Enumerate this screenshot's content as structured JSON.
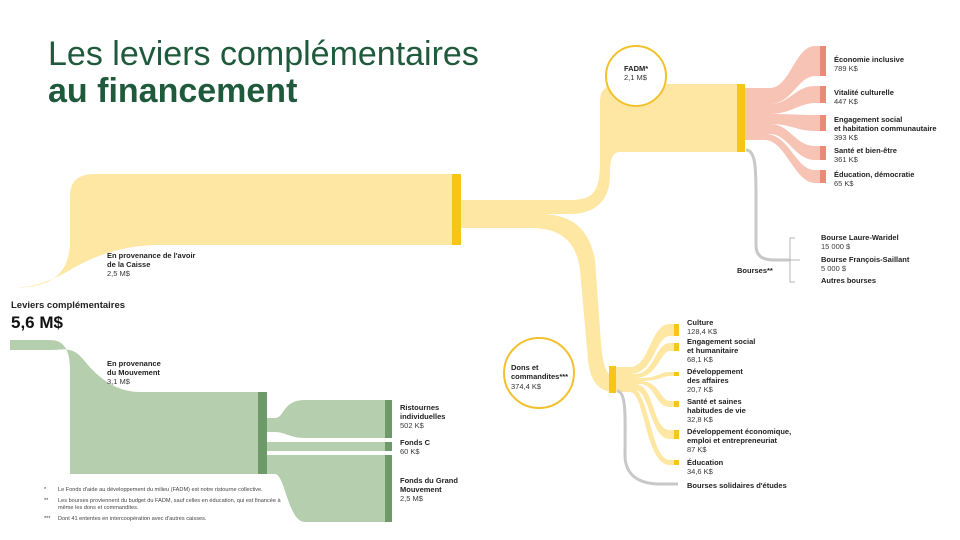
{
  "title": {
    "line1": "Les leviers complémentaires",
    "line2": "au financement"
  },
  "total": {
    "label": "Leviers complémentaires",
    "value": "5,6 M$"
  },
  "sources": [
    {
      "name": "En provenance de l'avoir de la Caisse",
      "line1": "En provenance de l'avoir",
      "line2": "de la Caisse",
      "amount": "2,5 M$"
    },
    {
      "name": "En provenance du Mouvement",
      "line1": "En provenance",
      "line2": "du Mouvement",
      "amount": "3,1 M$"
    }
  ],
  "fadm": {
    "name": "FADM*",
    "amount": "2,1 M$",
    "items": [
      {
        "line1": "Économie inclusive",
        "line2": "",
        "amount": "789 K$"
      },
      {
        "line1": "Vitalité culturelle",
        "line2": "",
        "amount": "447 K$"
      },
      {
        "line1": "Engagement social",
        "line2": "et habitation communautaire",
        "amount": "393 K$"
      },
      {
        "line1": "Santé et bien-être",
        "line2": "",
        "amount": "361 K$"
      },
      {
        "line1": "Éducation, démocratie",
        "line2": "",
        "amount": "65 K$"
      }
    ]
  },
  "bourses": {
    "name": "Bourses**",
    "items": [
      {
        "name": "Bourse Laure-Waridel",
        "amount": "15 000 $"
      },
      {
        "name": "Bourse François-Saillant",
        "amount": "5 000 $"
      },
      {
        "name": "Autres bourses",
        "amount": ""
      }
    ]
  },
  "dons": {
    "line1": "Dons et",
    "line2": "commandites***",
    "amount": "374,4 K$",
    "items": [
      {
        "line1": "Culture",
        "line2": "",
        "amount": "128,4 K$"
      },
      {
        "line1": "Engagement social",
        "line2": "et humanitaire",
        "amount": "68,1 K$"
      },
      {
        "line1": "Développement",
        "line2": "des affaires",
        "amount": "20,7 K$"
      },
      {
        "line1": "Santé et saines",
        "line2": "habitudes de vie",
        "amount": "32,8 K$"
      },
      {
        "line1": "Développement économique,",
        "line2": "emploi et entrepreneuriat",
        "amount": "87 K$"
      },
      {
        "line1": "Éducation",
        "line2": "",
        "amount": "34,6 K$"
      },
      {
        "line1": "Bourses solidaires d'études",
        "line2": "",
        "amount": ""
      }
    ]
  },
  "mouvement": {
    "items": [
      {
        "line1": "Ristournes",
        "line2": "individuelles",
        "line3": "",
        "amount": "502 K$"
      },
      {
        "line1": "Fonds C",
        "line2": "",
        "line3": "",
        "amount": "60 K$"
      },
      {
        "line1": "Fonds du Grand",
        "line2": "Mouvement",
        "line3": "",
        "amount": "2,5 M$"
      }
    ]
  },
  "footnotes": [
    {
      "mark": "*",
      "text": "Le Fonds d'aide au développement du milieu (FADM) est notre ristourne collective."
    },
    {
      "mark": "**",
      "text": "Les bourses proviennent du budget du FADM, sauf celles en éducation, qui est financée à même les dons et commandites."
    },
    {
      "mark": "***",
      "text": "Dont 41 ententes en intercoopération avec d'autres caisses."
    }
  ],
  "colors": {
    "title": "#1f5a3c",
    "yellow_flow": "#fde7a3",
    "yellow_bar": "#f5c518",
    "green_flow": "#b5cfae",
    "green_bar": "#6e9a6a",
    "salmon_flow": "#f7c3b5",
    "salmon_bar": "#ec8a79",
    "gray_flow": "#c8c8c8",
    "circle": "#f2c12e"
  }
}
